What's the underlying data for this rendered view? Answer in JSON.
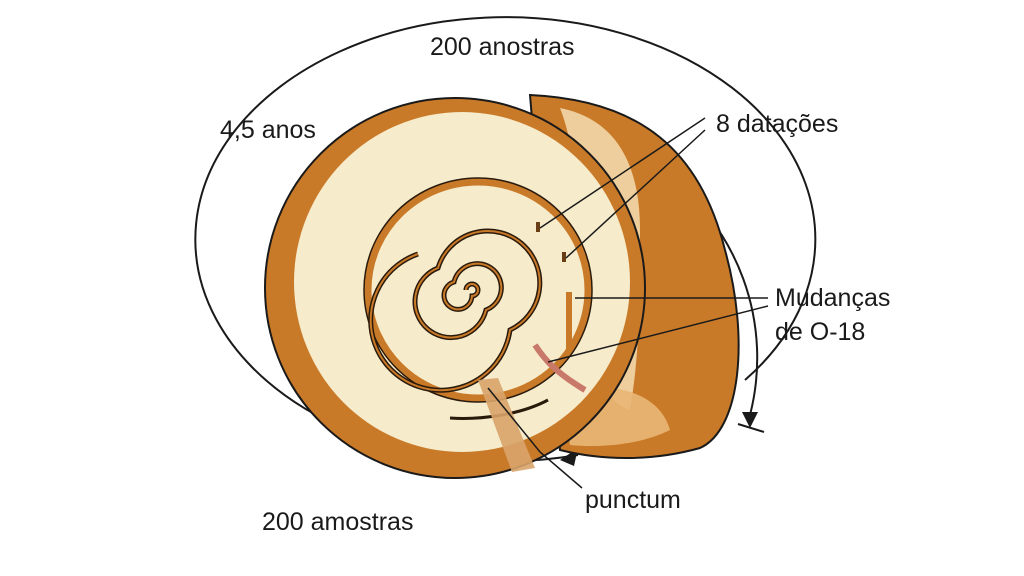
{
  "labels": {
    "top": "200 anostras",
    "left_top": "4,5 anos",
    "right_top": "8 datações",
    "right_middle_line1": "Mudanças",
    "right_middle_line2": "de O-18",
    "bottom_right": "punctum",
    "bottom_left": "200 amostras"
  },
  "colors": {
    "shell_light": "#f6ebcb",
    "shell_brown": "#c97a28",
    "shell_dark": "#a95f1a",
    "shell_highlight": "#f3ddb0",
    "spiral_line": "#2a1a0c",
    "outline": "#1a1a1a",
    "punctum_band": "#d9a46a",
    "o18_mark": "#c9796a"
  }
}
